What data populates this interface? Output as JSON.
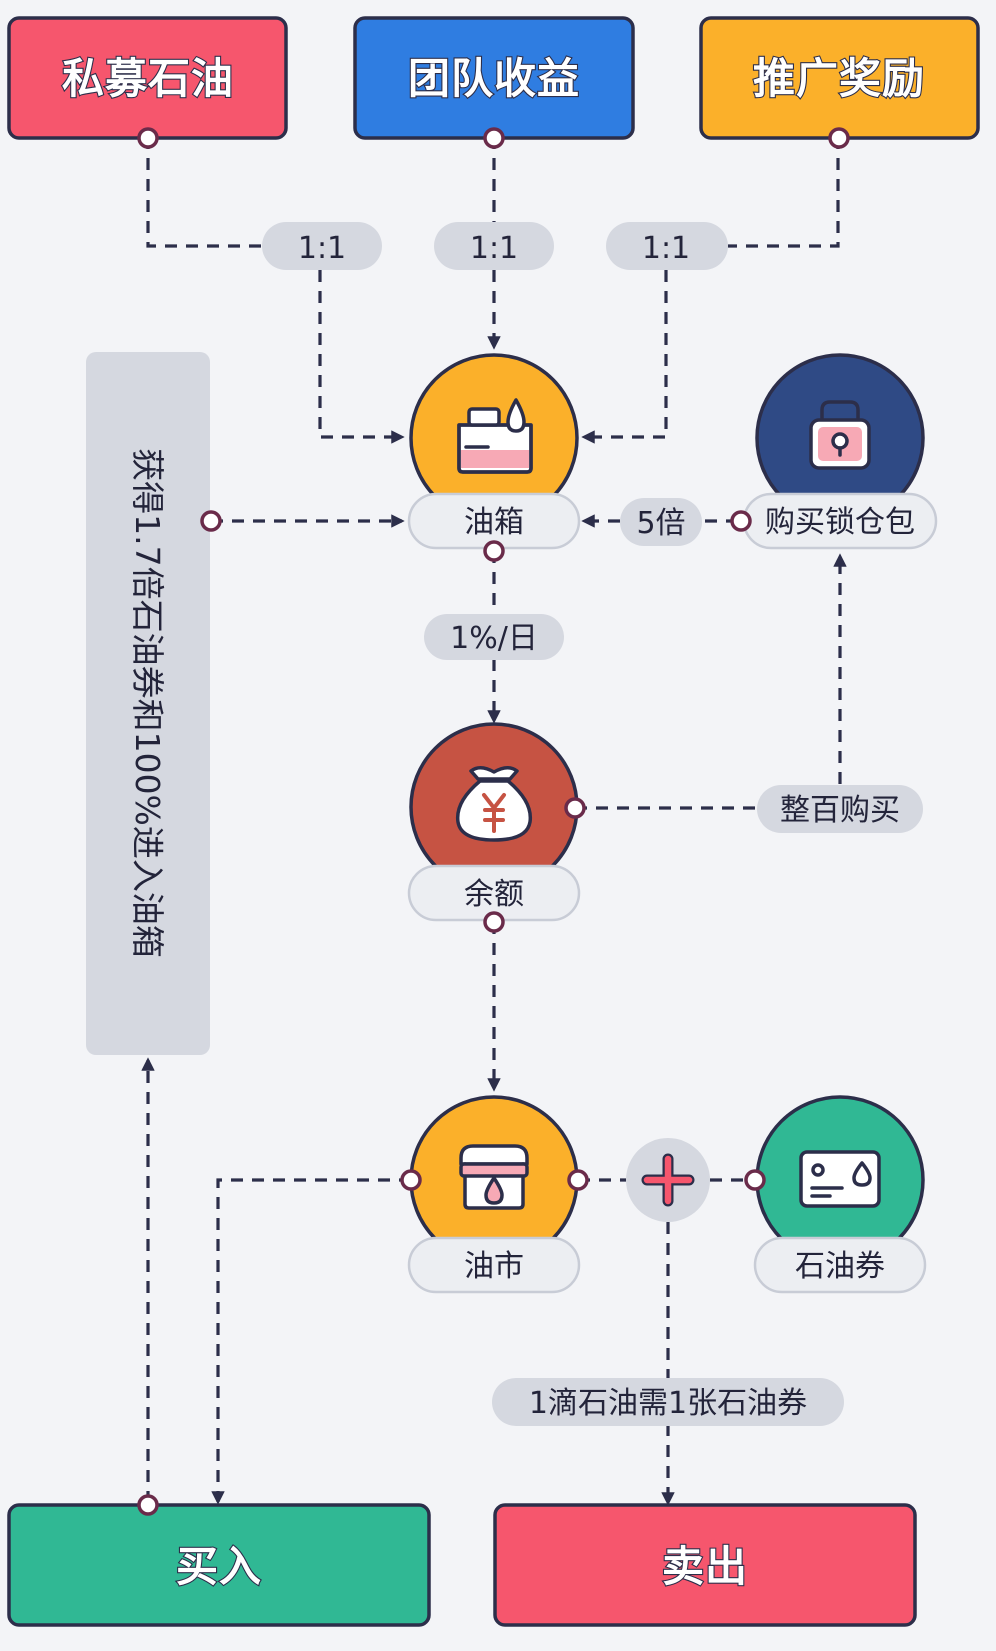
{
  "colors": {
    "red": "#f6566d",
    "blue": "#2f7de1",
    "orange": "#fbb02a",
    "green": "#30b894",
    "rust": "#c65343",
    "navy": "#2f4a85",
    "pill": "#d5d8e0",
    "pill_light": "#eceef2",
    "outline": "#2c2e4a"
  },
  "top_boxes": {
    "private_oil": "私募石油",
    "team_income": "团队收益",
    "promo_reward": "推广奖励"
  },
  "ratios": {
    "left": "1:1",
    "middle": "1:1",
    "right": "1:1"
  },
  "nodes": {
    "oil_tank": {
      "label": "油箱",
      "icon": "oil-can-icon"
    },
    "lock_pack": {
      "label": "购买锁仓包",
      "icon": "lock-icon"
    },
    "balance": {
      "label": "余额",
      "icon": "money-bag-icon"
    },
    "oil_market": {
      "label": "油市",
      "icon": "market-stall-icon"
    },
    "oil_coupon": {
      "label": "石油券",
      "icon": "coupon-card-icon"
    }
  },
  "pills": {
    "multiplier": "5倍",
    "daily_rate": "1%/日",
    "whole_hundred": "整百购买",
    "coupon_rule": "1滴石油需1张石油券"
  },
  "side_note": "获得1.7倍石油券和100%进入油箱",
  "bottom_buttons": {
    "buy": "买入",
    "sell": "卖出"
  },
  "plus_symbol": "+"
}
